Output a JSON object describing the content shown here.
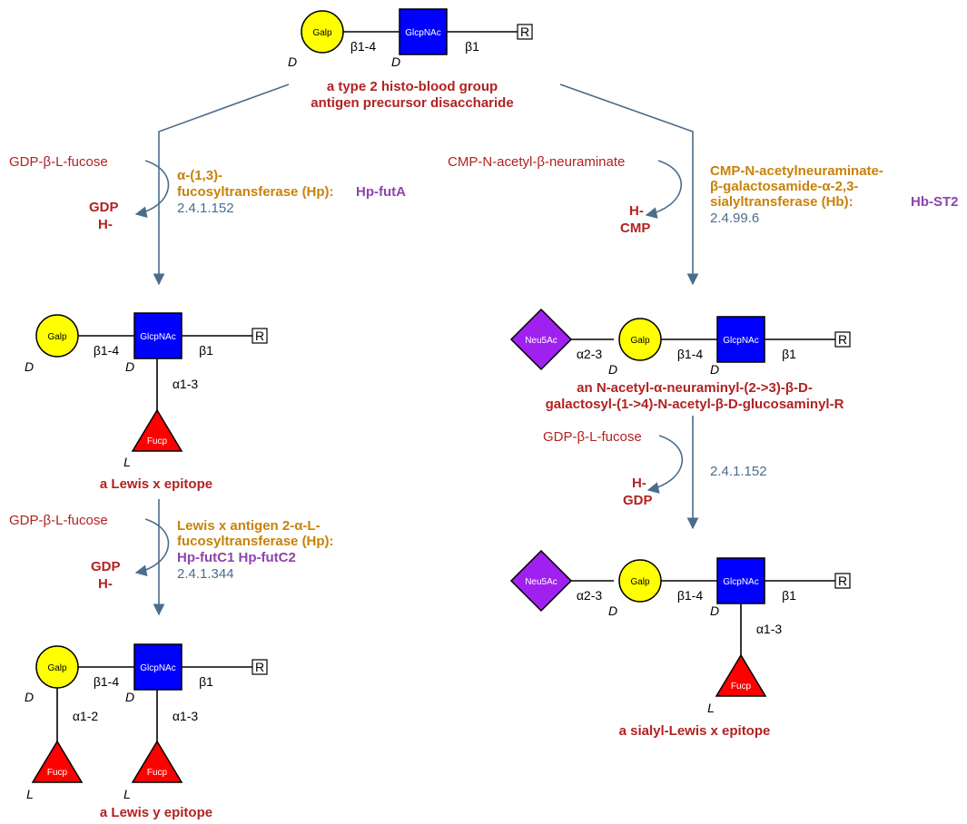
{
  "glycans": {
    "galp": "Galp",
    "glcpnac": "GlcpNAc",
    "fucp": "Fucp",
    "neu5ac": "Neu5Ac",
    "r": "R",
    "D": "D",
    "L": "L"
  },
  "linkages": {
    "b14": "β1-4",
    "b1": "β1",
    "a13": "α1-3",
    "a12": "α1-2",
    "a23": "α2-3"
  },
  "compounds": {
    "precursor_line1": "a type 2 histo-blood group",
    "precursor_line2": "antigen precursor disaccharide",
    "lewis_x": "a Lewis x epitope",
    "lewis_y": "a Lewis y epitope",
    "sialyl_line1": "an N-acetyl-α-neuraminyl-(2->3)-β-D-",
    "sialyl_line2": "galactosyl-(1->4)-N-acetyl-β-D-glucosaminyl-R",
    "sialyl_lewis_x": "a sialyl-Lewis x epitope"
  },
  "reactions": {
    "r1": {
      "substrate": "GDP-β-L-fucose",
      "products": [
        "GDP",
        "H-"
      ],
      "enzyme_lines": [
        "α-(1,3)-",
        "fucosyltransferase (Hp):"
      ],
      "genes": "Hp-futA",
      "ec": "2.4.1.152"
    },
    "r2": {
      "substrate": "CMP-N-acetyl-β-neuraminate",
      "products": [
        "H-",
        "CMP"
      ],
      "enzyme_lines": [
        "CMP-N-acetylneuraminate-",
        "β-galactosamide-α-2,3-",
        "sialyltransferase (Hb):"
      ],
      "genes": "Hb-ST2",
      "ec": "2.4.99.6"
    },
    "r3": {
      "substrate": "GDP-β-L-fucose",
      "products": [
        "GDP",
        "H-"
      ],
      "enzyme_lines": [
        "Lewis x antigen 2-α-L-",
        "fucosyltransferase (Hp):"
      ],
      "genes": "Hp-futC1 Hp-futC2",
      "ec": "2.4.1.344"
    },
    "r4": {
      "substrate": "GDP-β-L-fucose",
      "products": [
        "H-",
        "GDP"
      ],
      "ec": "2.4.1.152"
    }
  },
  "colors": {
    "galactose": "#ffff00",
    "glcnac": "#0000ff",
    "fucose": "#ff0000",
    "neu5ac": "#a020f0",
    "compound": "#b22222",
    "enzyme": "#c8820a",
    "gene": "#8e44ad",
    "ec": "#4a6d8c",
    "arrow": "#4a6d8c"
  }
}
